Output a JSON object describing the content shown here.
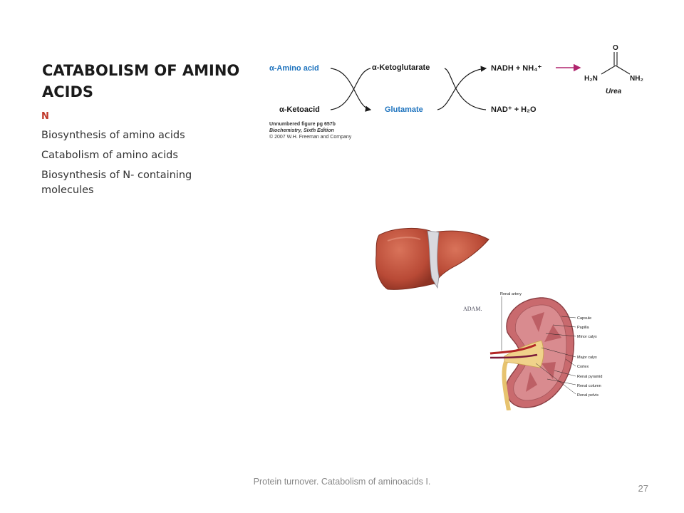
{
  "slide": {
    "title": "CATABOLISM OF AMINO ACIDS",
    "subheading": "N",
    "bullets": [
      "Biosynthesis of amino acids",
      "Catabolism of amino acids",
      "Biosynthesis of N- containing molecules"
    ]
  },
  "reaction_figure": {
    "amino_acid": "α-Amino acid",
    "ketoacid": "α-Ketoacid",
    "ketoglutarate": "α-Ketoglutarate",
    "glutamate": "Glutamate",
    "nadh_nh4": "NADH + NH₄⁺",
    "nad_h2o": "NAD⁺ + H₂O",
    "urea_o": "O",
    "urea_h2n": "H₂N",
    "urea_nh2": "NH₂",
    "urea_label": "Urea",
    "caption_line1": "Unnumbered figure pg 657b",
    "caption_line2": "Biochemistry, Sixth Edition",
    "caption_line3": "© 2007 W.H. Freeman and Company",
    "colors": {
      "blue": "#1e73be",
      "black": "#1a1a1a",
      "magenta": "#b0256e"
    }
  },
  "kidney_figure": {
    "brand": "ADAM.",
    "labels": {
      "renal_artery": "Renal artery",
      "capsule": "Capsule",
      "papilla": "Papilla",
      "minor_calyx": "Minor calyx",
      "major_calyx": "Major calyx",
      "cortex": "Cortex",
      "renal_pyramid": "Renal pyramid",
      "renal_column": "Renal column",
      "renal_pelvis": "Renal pelvis"
    }
  },
  "footer": {
    "text": "Protein turnover. Catabolism of aminoacids I.",
    "page_number": "27"
  }
}
